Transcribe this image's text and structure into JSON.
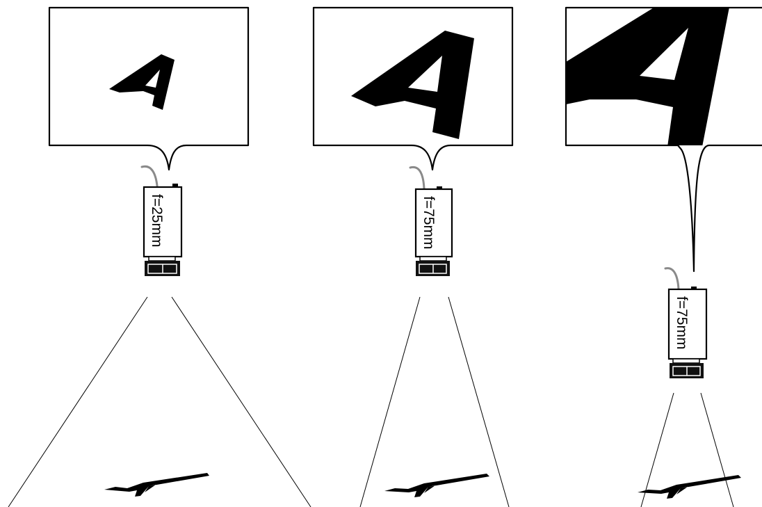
{
  "cameras": [
    {
      "focal_label": "f=25mm"
    },
    {
      "focal_label": "f=75mm"
    },
    {
      "focal_label": "f=75mm"
    }
  ],
  "colors": {
    "ink": "#000000",
    "cable": "#8a8a8a",
    "background": "#ffffff"
  }
}
